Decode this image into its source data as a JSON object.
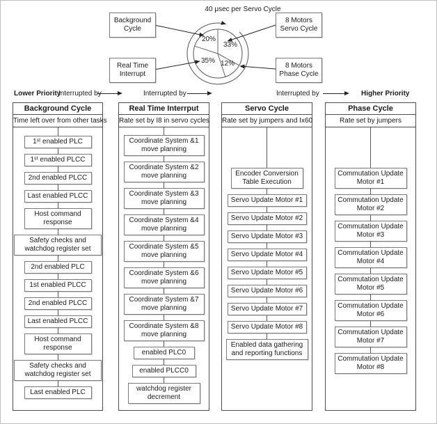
{
  "pie": {
    "title": "40 μsec per Servo Cycle",
    "slices": [
      {
        "label": "20%",
        "value": 20
      },
      {
        "label": "33%",
        "value": 33
      },
      {
        "label": "35%",
        "value": 35
      },
      {
        "label": "12%",
        "value": 12
      }
    ],
    "callouts": {
      "top_left": "Background Cycle",
      "top_right": "8 Motors Servo Cycle",
      "bottom_left": "Real Time Interrupt",
      "bottom_right": "8 Motors Phase Cycle"
    }
  },
  "chart_data": {
    "type": "pie",
    "title": "40 μsec per Servo Cycle",
    "categories": [
      "Background Cycle",
      "8 Motors Servo Cycle",
      "Real Time Interrupt",
      "8 Motors Phase Cycle"
    ],
    "values": [
      20,
      33,
      35,
      12
    ],
    "unit": "percent",
    "legend_position": "callout-boxes-around-pie"
  },
  "priority": {
    "lower": "Lower Priority",
    "interrupted_by": "Interrupted by",
    "higher": "Higher Priority"
  },
  "columns": [
    {
      "title": "Background Cycle",
      "subtitle": "Time left over from other tasks",
      "boxes": [
        "1ˢᵗ enabled PLC",
        "1ˢᵗ enabled PLCC",
        "2nd enabled PLCC",
        "Last enabled PLCC",
        "Host command response",
        "Safety checks and watchdog register set",
        "2nd enabled PLC",
        "1st enabled PLCC",
        "2nd enabled PLCC",
        "Last enabled PLCC",
        "Host command response",
        "Safety checks and watchdog register set",
        "Last enabled PLC"
      ]
    },
    {
      "title": "Real Time Interrput",
      "subtitle": "Rate set by I8 in servo cycles",
      "boxes": [
        "Coordinate System &1 move planning",
        "Coordinate System &2 move planning",
        "Coordinate System &3 move planning",
        "Coordinate System &4 move planning",
        "Coordinate System &5 move planning",
        "Coordinate System &6 move planning",
        "Coordinate System &7 move planning",
        "Coordinate System &8 move planning",
        "enabled PLC0",
        "enabled PLCC0",
        "watchdog register decrement"
      ]
    },
    {
      "title": "Servo Cycle",
      "subtitle": "Rate set by jumpers and Ix60",
      "boxes": [
        "Encoder Conversion Table Execution",
        "Servo Update Motor #1",
        "Servo Update Motor #2",
        "Servo Update Motor #3",
        "Servo Update Motor #4",
        "Servo Update Motor #5",
        "Servo Update Motor #6",
        "Servo Update Motor #7",
        "Servo Update Motor #8",
        "Enabled data gathering and reporting functions"
      ]
    },
    {
      "title": "Phase Cycle",
      "subtitle": "Rate set by jumpers",
      "boxes": [
        "Commutation Update Motor #1",
        "Commutation Update Motor #2",
        "Commutation Update Motor #3",
        "Commutation Update Motor #4",
        "Commutation Update Motor #5",
        "Commutation Update Motor #6",
        "Commutation Update Motor #7",
        "Commutation Update Motor #8"
      ]
    }
  ]
}
